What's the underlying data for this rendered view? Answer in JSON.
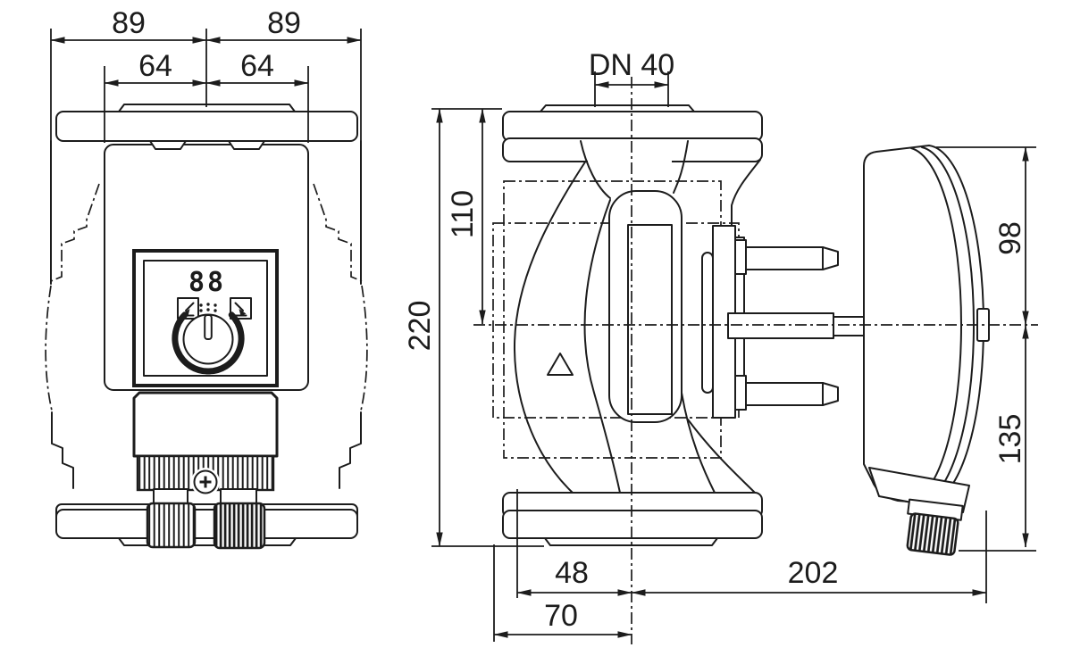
{
  "meta": {
    "drawing_type": "technical dimensional drawing",
    "subject": "glandless circulator pump, front and side orthographic views"
  },
  "colors": {
    "line": "#1c1c1c",
    "background": "#ffffff"
  },
  "front_view": {
    "display_value": "88"
  },
  "dimensions": {
    "front_total_left": "89",
    "front_total_right": "89",
    "front_port_left": "64",
    "front_port_right": "64",
    "nominal_diameter": "DN 40",
    "overall_height": "220",
    "top_to_axis": "110",
    "axis_to_motor_top": "98",
    "axis_to_motor_bottom": "135",
    "axis_to_volute_front": "48",
    "axis_to_body_front": "70",
    "axis_to_motor_face": "202"
  }
}
